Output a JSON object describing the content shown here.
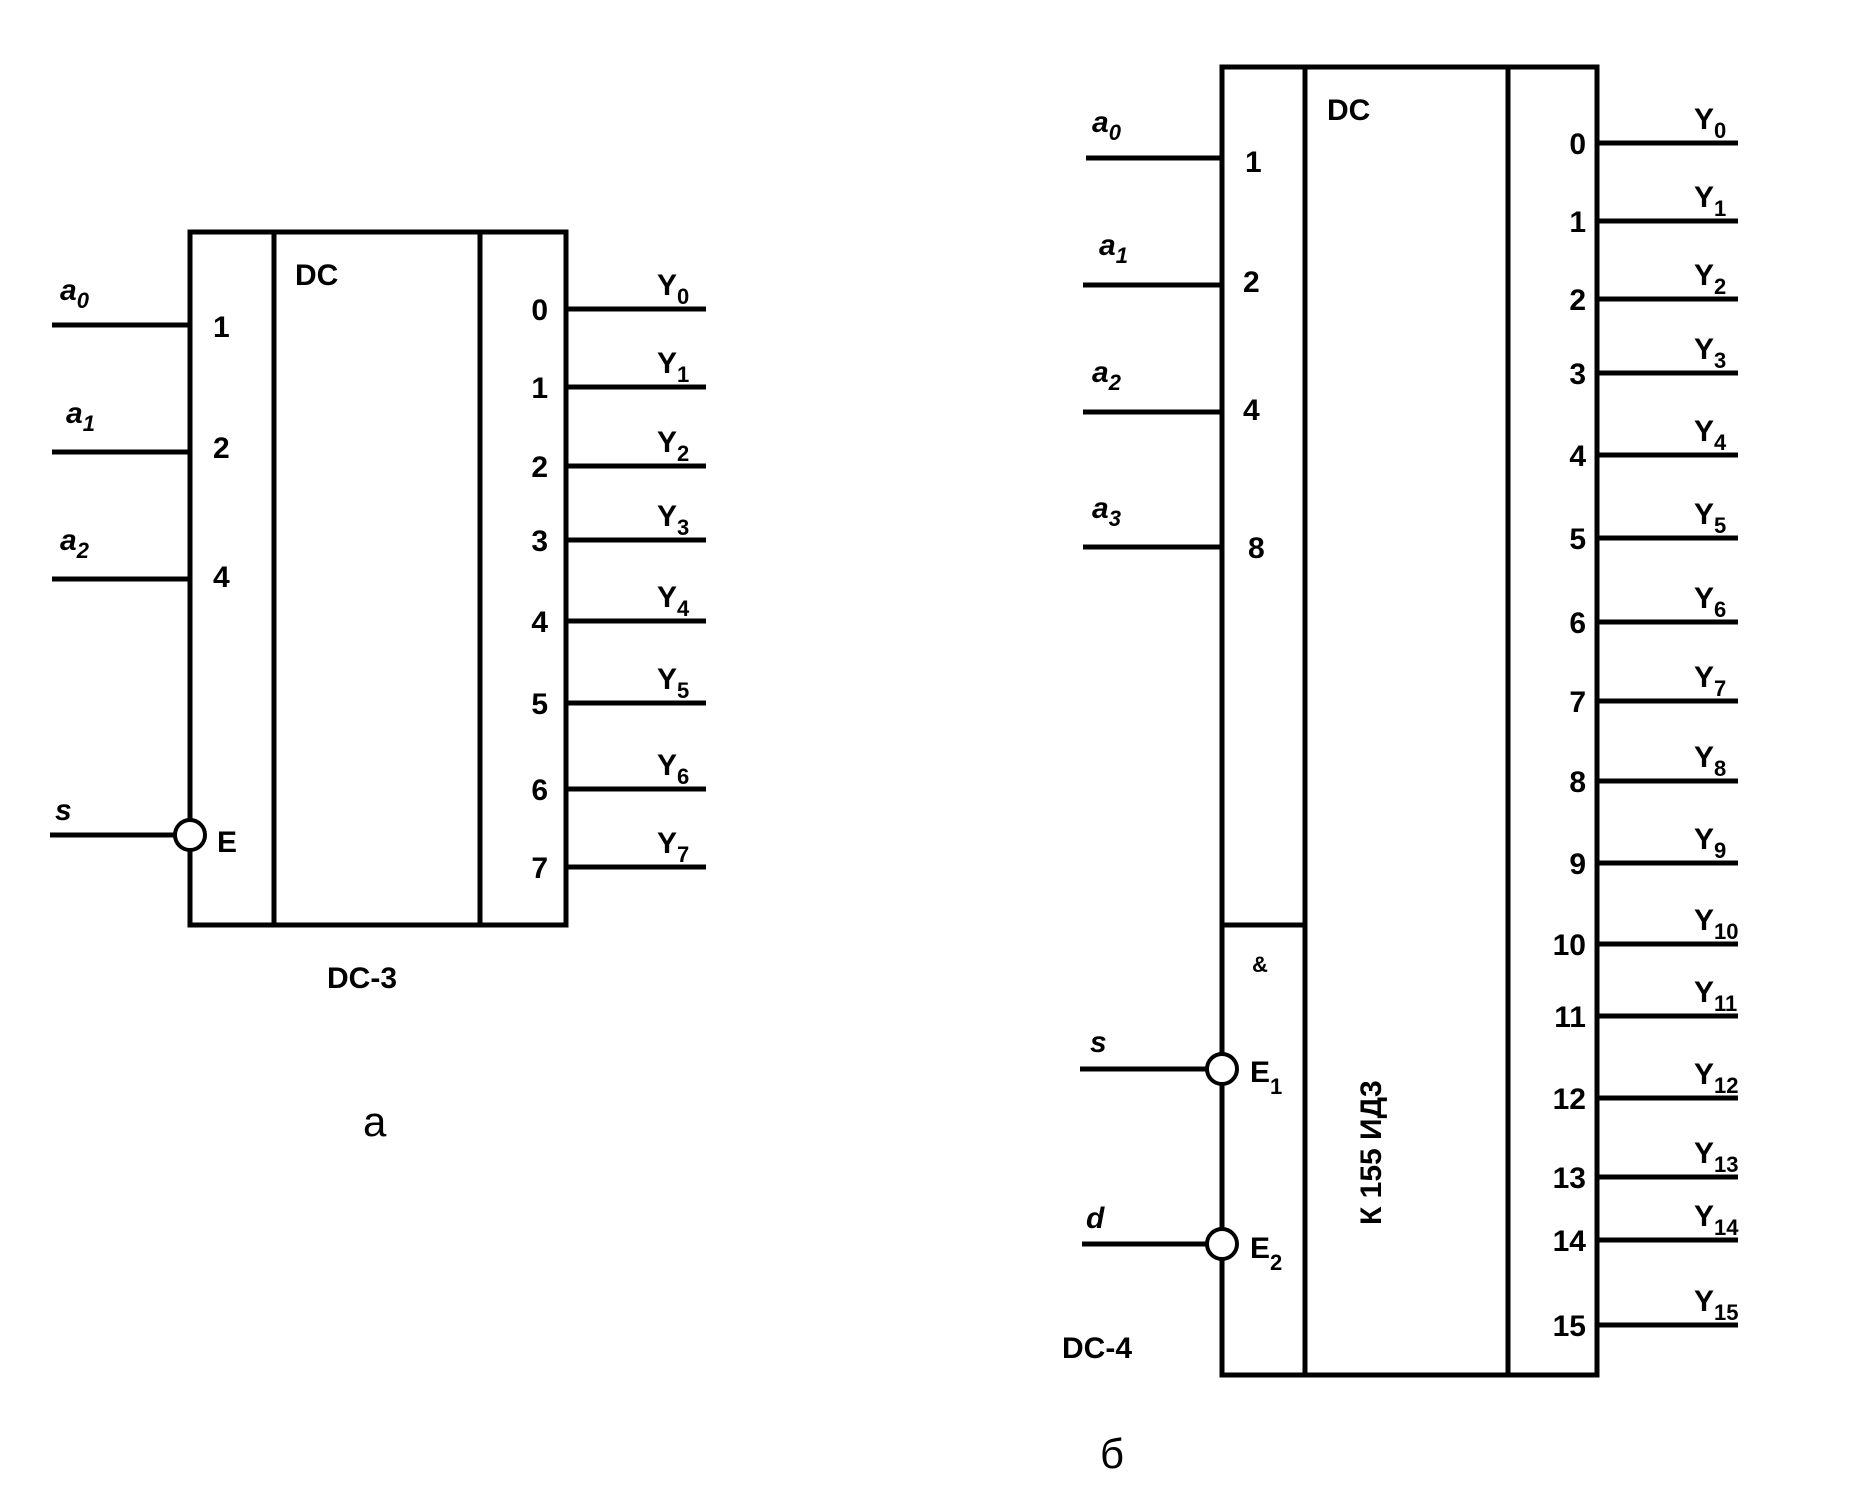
{
  "decoder_a": {
    "header": "DC",
    "name": "DC-3",
    "caption": "а",
    "inputs": [
      {
        "var": "a",
        "sub": "0",
        "weight": "1"
      },
      {
        "var": "a",
        "sub": "1",
        "weight": "2"
      },
      {
        "var": "a",
        "sub": "2",
        "weight": "4"
      }
    ],
    "enable": {
      "var": "s",
      "label": "E"
    },
    "outputs": [
      {
        "num": "0",
        "sub": "0",
        "y": "Y"
      },
      {
        "num": "1",
        "sub": "1",
        "y": "Y"
      },
      {
        "num": "2",
        "sub": "2",
        "y": "Y"
      },
      {
        "num": "3",
        "sub": "3",
        "y": "Y"
      },
      {
        "num": "4",
        "sub": "4",
        "y": "Y"
      },
      {
        "num": "5",
        "sub": "5",
        "y": "Y"
      },
      {
        "num": "6",
        "sub": "6",
        "y": "Y"
      },
      {
        "num": "7",
        "sub": "7",
        "y": "Y"
      }
    ]
  },
  "decoder_b": {
    "header": "DC",
    "name": "DC-4",
    "caption": "б",
    "chip": "К 155 ИД3",
    "and_label": "&",
    "inputs": [
      {
        "var": "a",
        "sub": "0",
        "weight": "1"
      },
      {
        "var": "a",
        "sub": "1",
        "weight": "2"
      },
      {
        "var": "a",
        "sub": "2",
        "weight": "4"
      },
      {
        "var": "a",
        "sub": "3",
        "weight": "8"
      }
    ],
    "enables": [
      {
        "var": "s",
        "label": "E",
        "sub": "1"
      },
      {
        "var": "d",
        "label": "E",
        "sub": "2"
      }
    ],
    "outputs": [
      {
        "num": "0",
        "sub": "0",
        "y": "Y"
      },
      {
        "num": "1",
        "sub": "1",
        "y": "Y"
      },
      {
        "num": "2",
        "sub": "2",
        "y": "Y"
      },
      {
        "num": "3",
        "sub": "3",
        "y": "Y"
      },
      {
        "num": "4",
        "sub": "4",
        "y": "Y"
      },
      {
        "num": "5",
        "sub": "5",
        "y": "Y"
      },
      {
        "num": "6",
        "sub": "6",
        "y": "Y"
      },
      {
        "num": "7",
        "sub": "7",
        "y": "Y"
      },
      {
        "num": "8",
        "sub": "8",
        "y": "Y"
      },
      {
        "num": "9",
        "sub": "9",
        "y": "Y"
      },
      {
        "num": "10",
        "sub": "10",
        "y": "Y"
      },
      {
        "num": "11",
        "sub": "11",
        "y": "Y"
      },
      {
        "num": "12",
        "sub": "12",
        "y": "Y"
      },
      {
        "num": "13",
        "sub": "13",
        "y": "Y"
      },
      {
        "num": "14",
        "sub": "14",
        "y": "Y"
      },
      {
        "num": "15",
        "sub": "15",
        "y": "Y"
      }
    ]
  }
}
